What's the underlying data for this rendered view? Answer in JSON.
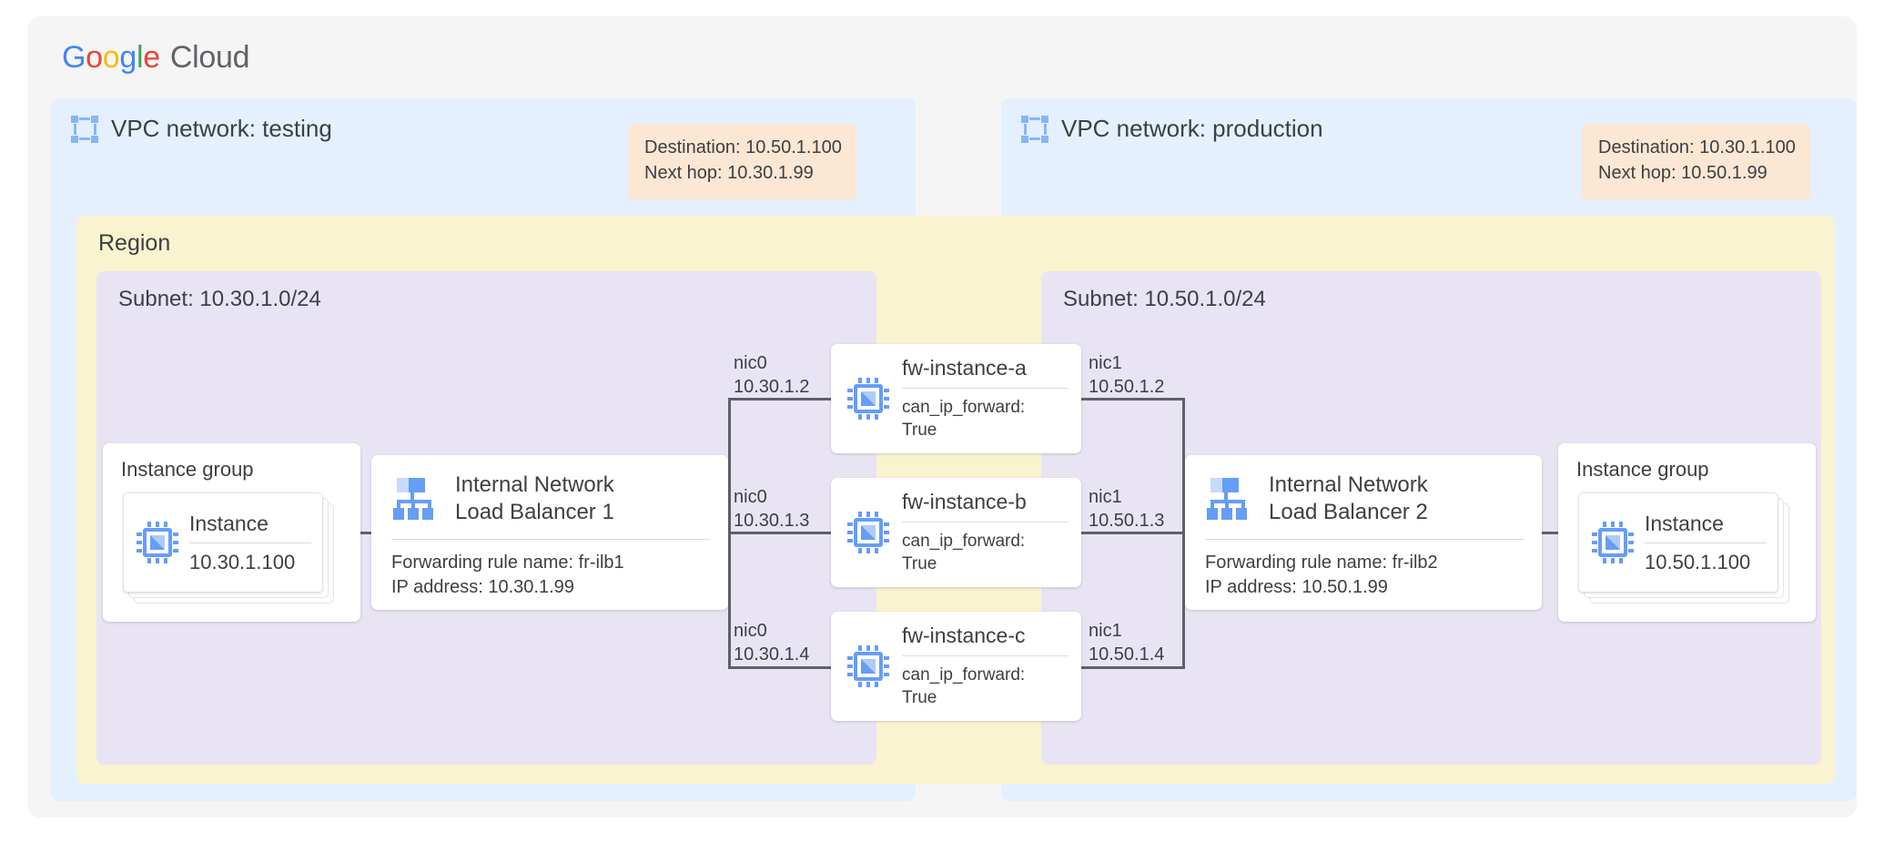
{
  "brand": {
    "g1": "G",
    "g2": "o",
    "g3": "o",
    "g4": "g",
    "g5": "l",
    "g6": "e",
    "cloud": "Cloud"
  },
  "colors": {
    "page_background": "#ffffff",
    "outer_card": "#f5f5f5",
    "vpc_panel": "#e4f0fd",
    "region_band": "#faf3cf",
    "subnet_panel": "#e9e4f4",
    "route_box": "#fbe7d3",
    "connector_line": "#5f6164",
    "icon_blue": "#669df6",
    "icon_blue_light": "#aecbfa",
    "text": "#3c4043"
  },
  "vpc_networks": [
    {
      "title": "VPC network: testing",
      "icon": "vpc-network-icon"
    },
    {
      "title": "VPC network: production",
      "icon": "vpc-network-icon"
    }
  ],
  "routes": [
    {
      "destination": "Destination: 10.50.1.100",
      "next_hop": "Next hop: 10.30.1.99"
    },
    {
      "destination": "Destination: 10.30.1.100",
      "next_hop": "Next hop: 10.50.1.99"
    }
  ],
  "region": {
    "label": "Region"
  },
  "subnets": [
    {
      "label": "Subnet: 10.30.1.0/24"
    },
    {
      "label": "Subnet: 10.50.1.0/24"
    }
  ],
  "instance_groups": [
    {
      "title": "Instance group",
      "instance_label": "Instance",
      "instance_ip": "10.30.1.100",
      "icon": "instance-chip-icon"
    },
    {
      "title": "Instance group",
      "instance_label": "Instance",
      "instance_ip": "10.50.1.100",
      "icon": "instance-chip-icon"
    }
  ],
  "load_balancers": [
    {
      "line1": "Internal Network",
      "line2": "Load Balancer 1",
      "forwarding_rule": "Forwarding rule name: fr-ilb1",
      "ip_address": "IP address: 10.30.1.99",
      "icon": "load-balancer-icon"
    },
    {
      "line1": "Internal Network",
      "line2": "Load Balancer 2",
      "forwarding_rule": "Forwarding rule name: fr-ilb2",
      "ip_address": "IP address: 10.50.1.99",
      "icon": "load-balancer-icon"
    }
  ],
  "firewall_instances": [
    {
      "name": "fw-instance-a",
      "attr_key": "can_ip_forward:",
      "attr_value": "True",
      "icon": "instance-chip-icon",
      "nic0_label": "nic0",
      "nic0_ip": "10.30.1.2",
      "nic1_label": "nic1",
      "nic1_ip": "10.50.1.2"
    },
    {
      "name": "fw-instance-b",
      "attr_key": "can_ip_forward:",
      "attr_value": "True",
      "icon": "instance-chip-icon",
      "nic0_label": "nic0",
      "nic0_ip": "10.30.1.3",
      "nic1_label": "nic1",
      "nic1_ip": "10.50.1.3"
    },
    {
      "name": "fw-instance-c",
      "attr_key": "can_ip_forward:",
      "attr_value": "True",
      "icon": "instance-chip-icon",
      "nic0_label": "nic0",
      "nic0_ip": "10.30.1.4",
      "nic1_label": "nic1",
      "nic1_ip": "10.50.1.4"
    }
  ]
}
